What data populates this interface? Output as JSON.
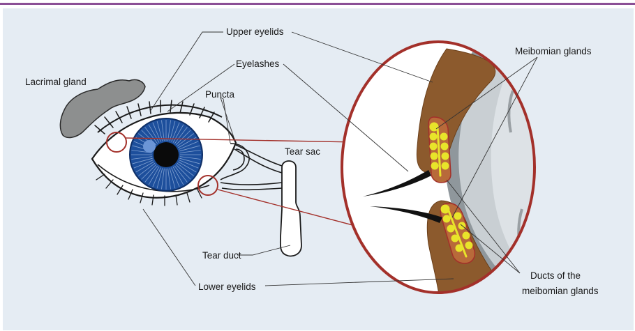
{
  "labels": {
    "upper_eyelids": "Upper eyelids",
    "eyelashes": "Eyelashes",
    "lacrimal_gland": "Lacrimal gland",
    "puncta": "Puncta",
    "tear_sac": "Tear sac",
    "tear_duct": "Tear duct",
    "lower_eyelids": "Lower eyelids",
    "meibomian_glands": "Meibomian glands",
    "ducts_line1": "Ducts of the",
    "ducts_line2": "meibomian glands"
  },
  "colors": {
    "background": "#e5ecf3",
    "border_accent": "#8b4f96",
    "iris": "#1d4f9c",
    "lid_brown": "#8c5a2d",
    "gland_yellow": "#e8e42a",
    "magnifier_red": "#a3302a",
    "gland_gray": "#9a9a9a"
  }
}
